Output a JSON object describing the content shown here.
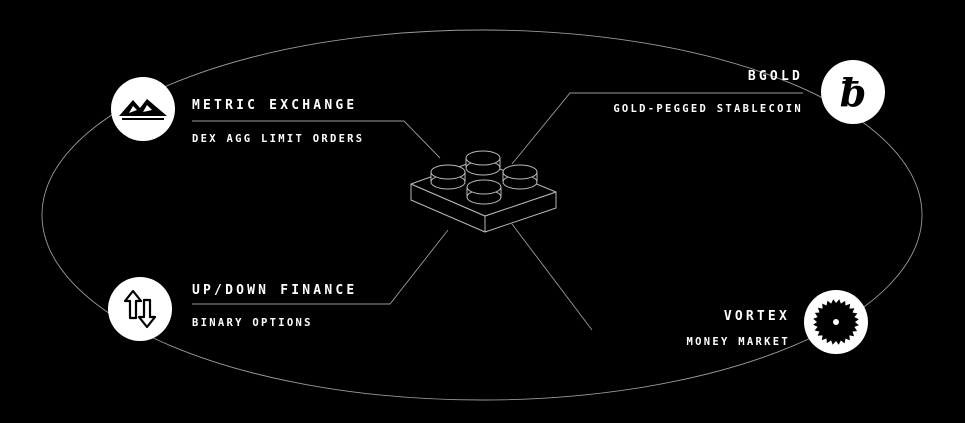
{
  "nodes": [
    {
      "id": "metric",
      "title": "METRIC EXCHANGE",
      "subtitle": "DEX AGG LIMIT ORDERS",
      "icon": "mountain-icon"
    },
    {
      "id": "updown",
      "title": "UP/DOWN FINANCE",
      "subtitle": "BINARY OPTIONS",
      "icon": "up-down-arrows-icon"
    },
    {
      "id": "bgold",
      "title": "BGOLD",
      "subtitle": "GOLD-PEGGED STABLECOIN",
      "icon": "b-stroke-icon",
      "glyph": "ƀ"
    },
    {
      "id": "vortex",
      "title": "VORTEX",
      "subtitle": "MONEY MARKET",
      "icon": "saw-blade-icon"
    }
  ],
  "colors": {
    "background": "#000000",
    "text": "#ffffff",
    "lines": "#9a9a9a",
    "badge": "#ffffff",
    "badge_icon": "#000000"
  },
  "center": {
    "icon": "lego-brick-icon"
  }
}
